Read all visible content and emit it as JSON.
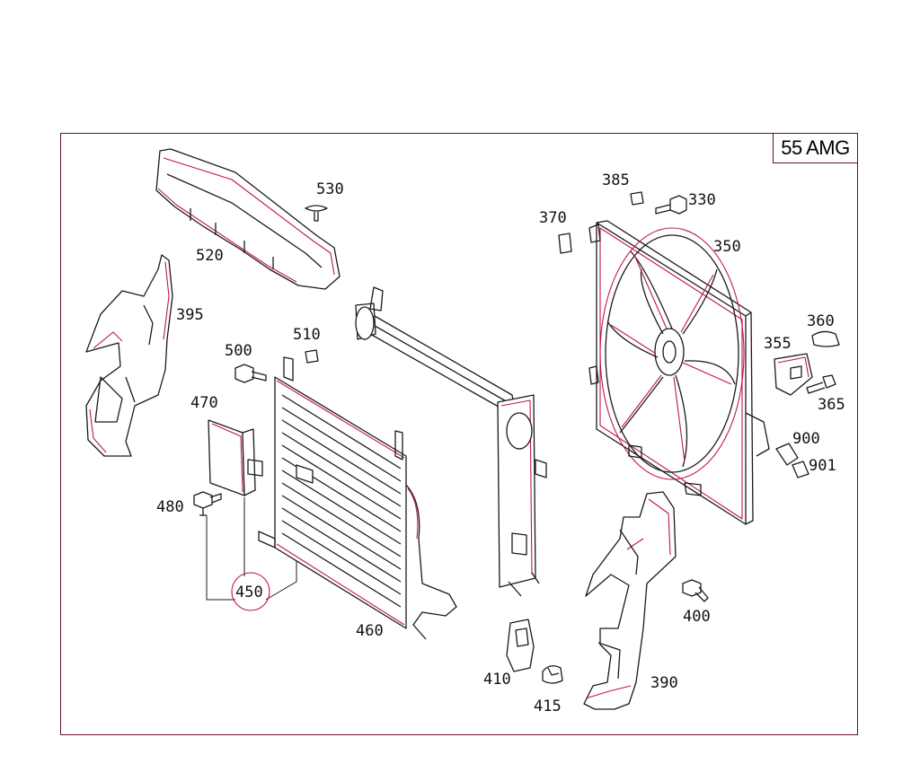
{
  "variant_label": "55 AMG",
  "colors": {
    "frame": "#6b0d2a",
    "outline": "#1a1a1a",
    "highlight": "#c0174a"
  },
  "parts": {
    "p530": "530",
    "p520": "520",
    "p395": "395",
    "p500": "500",
    "p510": "510",
    "p470": "470",
    "p480": "480",
    "p450": "450",
    "p460": "460",
    "p385": "385",
    "p330": "330",
    "p370": "370",
    "p350": "350",
    "p360": "360",
    "p355": "355",
    "p365": "365",
    "p900": "900",
    "p901": "901",
    "p400": "400",
    "p410": "410",
    "p415": "415",
    "p390": "390"
  }
}
